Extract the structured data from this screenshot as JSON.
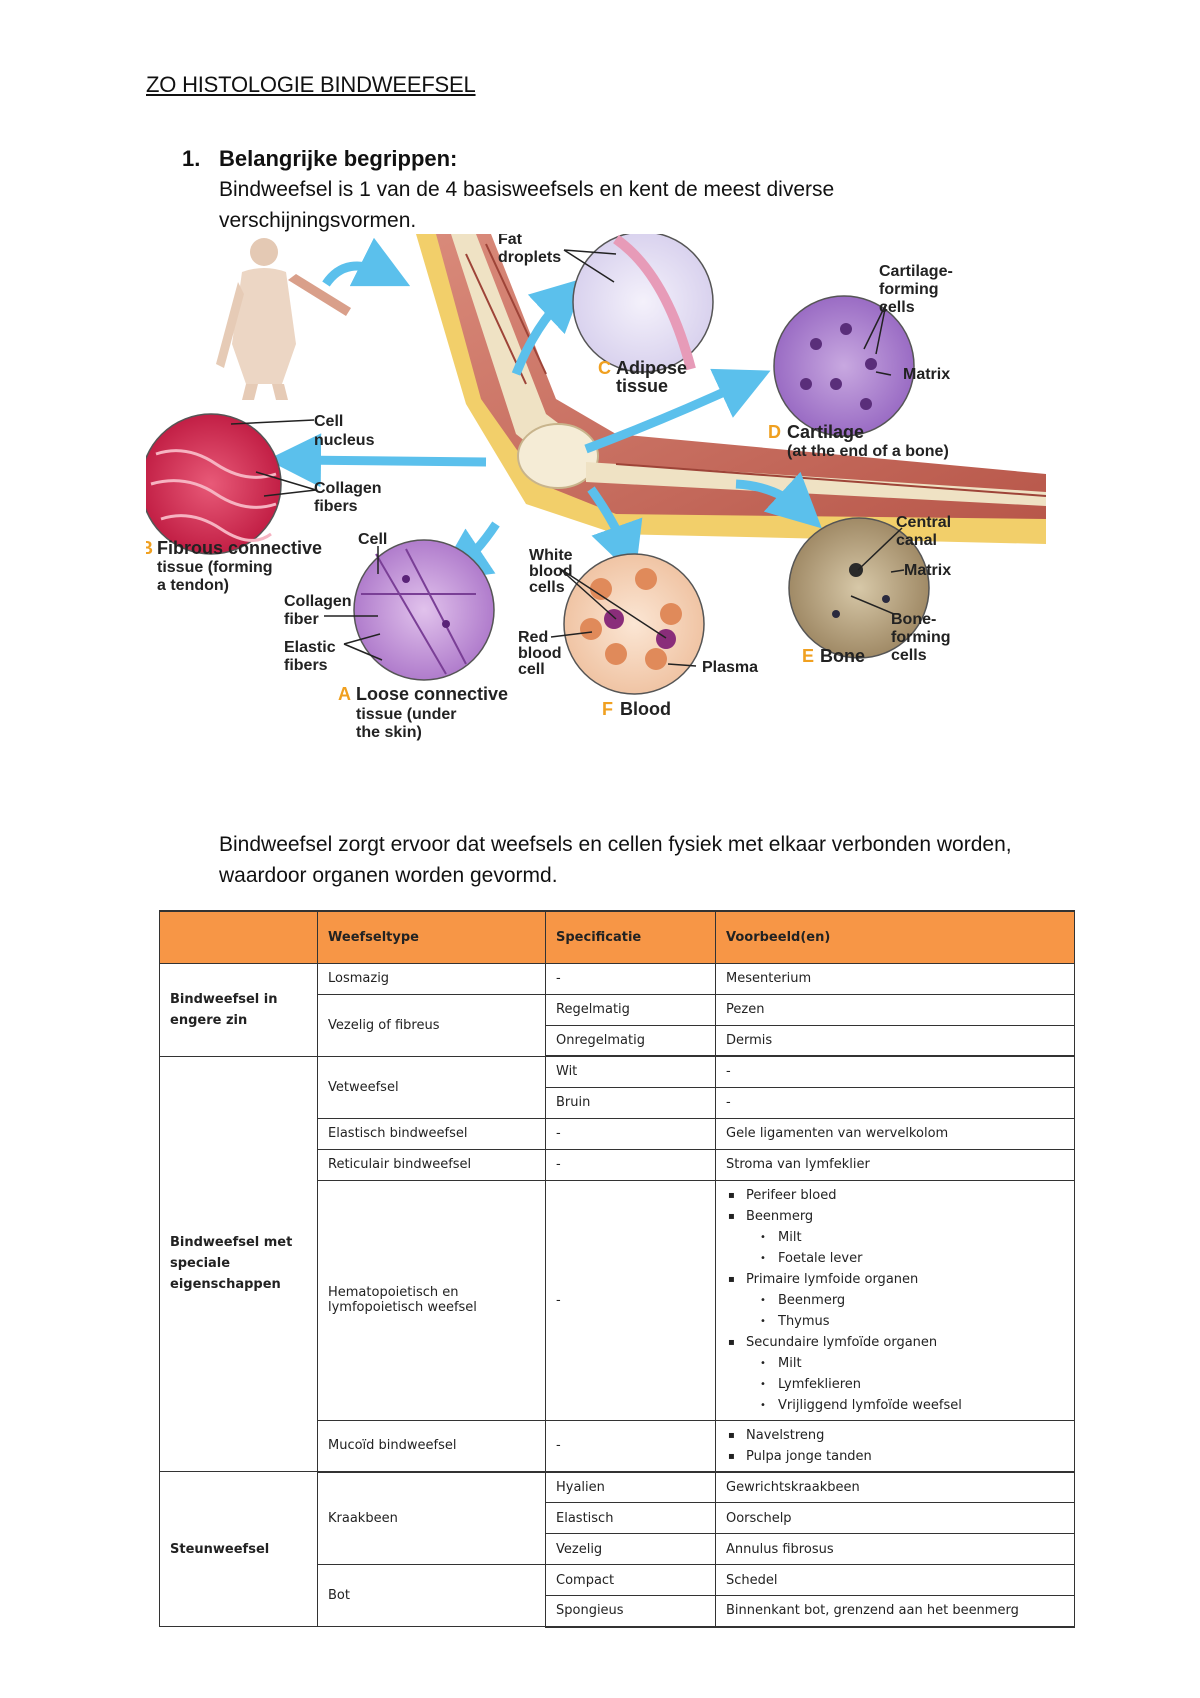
{
  "document": {
    "title": "ZO HISTOLOGIE BINDWEEFSEL",
    "section_number": "1.",
    "section_heading": "Belangrijke begrippen:",
    "intro": "Bindweefsel is 1 van de 4 basisweefsels en kent de meest diverse verschijningsvormen.",
    "after_figure": "Bindweefsel zorgt ervoor dat weefsels en cellen fysiek met elkaar verbonden worden, waardoor organen worden gevormd."
  },
  "figure": {
    "labels": {
      "fat_droplets_1": "Fat",
      "fat_droplets_2": "droplets",
      "cartilage_cells_1": "Cartilage-",
      "cartilage_cells_2": "forming",
      "cartilage_cells_3": "cells",
      "matrix_d": "Matrix",
      "cell_nucleus_1": "Cell",
      "cell_nucleus_2": "nucleus",
      "collagen_fibers_1": "Collagen",
      "collagen_fibers_2": "fibers",
      "central_canal_1": "Central",
      "central_canal_2": "canal",
      "matrix_e": "Matrix",
      "bone_cells_1": "Bone-",
      "bone_cells_2": "forming",
      "bone_cells_3": "cells",
      "cell_a": "Cell",
      "collagen_fiber_1": "Collagen",
      "collagen_fiber_2": "fiber",
      "elastic_fibers_1": "Elastic",
      "elastic_fibers_2": "fibers",
      "wbc_1": "White",
      "wbc_2": "blood",
      "wbc_3": "cells",
      "rbc_1": "Red",
      "rbc_2": "blood",
      "rbc_3": "cell",
      "plasma": "Plasma"
    },
    "captions": {
      "C_letter": "C",
      "C_1": "Adipose",
      "C_2": "tissue",
      "D_letter": "D",
      "D_1": "Cartilage",
      "D_2": "(at the end of a bone)",
      "B_letter": "B",
      "B_1": "Fibrous connective",
      "B_2": "tissue (forming",
      "B_3": "a tendon)",
      "A_letter": "A",
      "A_1": "Loose connective",
      "A_2": "tissue (under",
      "A_3": "the skin)",
      "F_letter": "F",
      "F_1": "Blood",
      "E_letter": "E",
      "E_1": "Bone"
    }
  },
  "table": {
    "headers": [
      "",
      "Weefseltype",
      "Specificatie",
      "Voorbeeld(en)"
    ],
    "groups": {
      "g1": "Bindweefsel in engere zin",
      "g2": "Bindweefsel met speciale eigenschappen",
      "g3": "Steunweefsel"
    },
    "r1": {
      "type": "Losmazig",
      "spec": "-",
      "ex": "Mesenterium"
    },
    "r2": {
      "type": "Vezelig of fibreus",
      "spec": "Regelmatig",
      "ex": "Pezen"
    },
    "r3": {
      "spec": "Onregelmatig",
      "ex": "Dermis"
    },
    "r4": {
      "type": "Vetweefsel",
      "spec": "Wit",
      "ex": "-"
    },
    "r5": {
      "spec": "Bruin",
      "ex": "-"
    },
    "r6": {
      "type": "Elastisch bindweefsel",
      "spec": "-",
      "ex": "Gele ligamenten van wervelkolom"
    },
    "r7": {
      "type": "Reticulair bindweefsel",
      "spec": "-",
      "ex": "Stroma van lymfeklier"
    },
    "r8": {
      "type": "Hematopoietisch en lymfopoietisch weefsel",
      "spec": "-",
      "ex": [
        "Perifeer bloed",
        "Beenmerg",
        "Milt",
        "Foetale lever",
        "Primaire lymfoide organen",
        "Beenmerg",
        "Thymus",
        "Secundaire lymfoïde organen",
        "Milt",
        "Lymfeklieren",
        "Vrijliggend lymfoïde weefsel"
      ]
    },
    "r9": {
      "type": "Mucoïd bindweefsel",
      "spec": "-",
      "ex": [
        "Navelstreng",
        "Pulpa jonge tanden"
      ]
    },
    "r10": {
      "type": "Kraakbeen",
      "spec": "Hyalien",
      "ex": "Gewrichtskraakbeen"
    },
    "r11": {
      "spec": "Elastisch",
      "ex": "Oorschelp"
    },
    "r12": {
      "spec": "Vezelig",
      "ex": "Annulus fibrosus"
    },
    "r13": {
      "type": "Bot",
      "spec": "Compact",
      "ex": "Schedel"
    },
    "r14": {
      "spec": "Spongieus",
      "ex": "Binnenkant bot, grenzend aan het beenmerg"
    }
  },
  "colors": {
    "header_orange": "#f79646",
    "caption_letter": "#f0a020",
    "arrow_blue": "#5bc0ec"
  }
}
